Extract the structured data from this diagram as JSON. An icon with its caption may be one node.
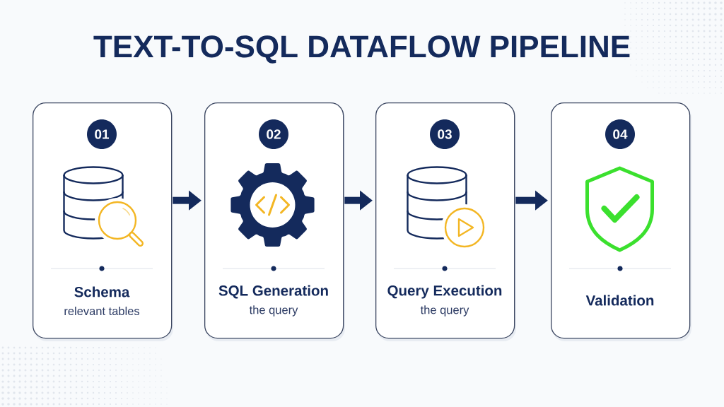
{
  "diagram": {
    "title": "TEXT-TO-SQL DATAFLOW PIPELINE",
    "nodes": [
      {
        "text": [
          "Schema",
          "relevant tables"
        ]
      },
      {
        "text": [
          "01"
        ],
        "in": 0
      },
      {
        "text": [
          "SQL Generation",
          "the query"
        ]
      },
      {
        "text": [
          "02"
        ],
        "in": 2
      },
      {
        "text": [
          "Query Execution",
          "the query"
        ]
      },
      {
        "text": [
          "03"
        ],
        "in": 4
      },
      {
        "text": [
          "Validation"
        ]
      },
      {
        "text": [
          "04"
        ],
        "in": 6
      }
    ],
    "edges": [
      {
        "from": 0,
        "to": 2,
        "arrow": "to"
      },
      {
        "from": 2,
        "to": 4,
        "arrow": "to"
      },
      {
        "from": 4,
        "to": 6,
        "arrow": "to"
      }
    ]
  }
}
